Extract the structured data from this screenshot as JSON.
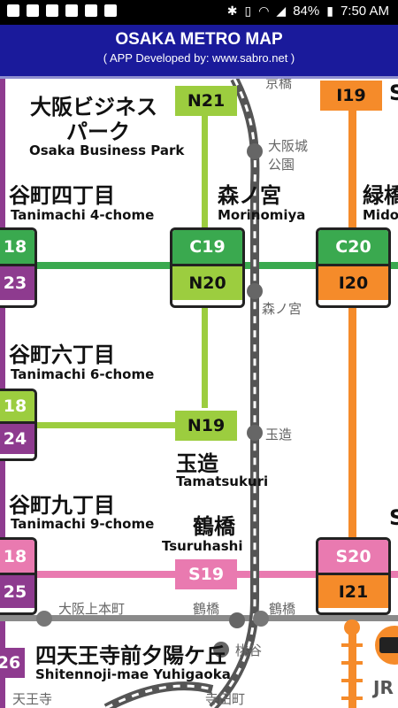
{
  "status": {
    "battery": "84%",
    "time": "7:50 AM"
  },
  "header": {
    "title": "OSAKA METRO MAP",
    "subtitle": "( APP Developed by: www.sabro.net )"
  },
  "colors": {
    "green": "#3aa94f",
    "lime": "#9ccd3f",
    "orange": "#f58b2a",
    "pink": "#e97ab0",
    "purple": "#8e3b8f",
    "gray": "#8a8a8a",
    "navy": "#1a1a9b"
  },
  "stations": {
    "osaka_bp": {
      "jp1": "大阪ビジネス",
      "jp2": "パーク",
      "en": "Osaka Business Park"
    },
    "tanimachi4": {
      "jp": "谷町四丁目",
      "en": "Tanimachi 4-chome"
    },
    "morinomiya": {
      "jp": "森ノ宮",
      "en": "Morinomiya"
    },
    "midori": {
      "jp": "緑橋",
      "en": "Mido"
    },
    "tanimachi6": {
      "jp": "谷町六丁目",
      "en": "Tanimachi 6-chome"
    },
    "tamatsukuri": {
      "jp": "玉造",
      "en": "Tamatsukuri"
    },
    "tanimachi9": {
      "jp": "谷町九丁目",
      "en": "Tanimachi 9-chome"
    },
    "tsuruhashi": {
      "jp": "鶴橋",
      "en": "Tsuruhashi"
    },
    "shitennoji": {
      "jp": "四天王寺前夕陽ケ丘",
      "en": "Shitennoji-mae Yuhigaoka"
    }
  },
  "jr_labels": {
    "osakajo": "大阪城",
    "koen": "公園",
    "morinomiya": "森ノ宮",
    "tamatsukuri": "玉造",
    "top": "京橋",
    "momodani": "桃谷",
    "teradacho": "寺田町"
  },
  "kintetsu_labels": {
    "uehommachi": "大阪上本町",
    "tsuruhashi_left": "鶴橋",
    "tsuruhashi_right": "鶴橋",
    "tennoji": "天王寺"
  },
  "badges": {
    "n21": "N21",
    "i19": "I19",
    "c19": "C19",
    "n20": "N20",
    "c20": "C20",
    "i20": "I20",
    "n19": "N19",
    "s19": "S19",
    "s20": "S20",
    "i21": "I21",
    "l18a": "18",
    "l23": "23",
    "l18b": "18",
    "l24": "24",
    "l18c": "18",
    "l25": "25",
    "l26": "26"
  },
  "jr": {
    "text": "JR"
  },
  "extras": {
    "right_top": "S",
    "right_mid": "S"
  }
}
